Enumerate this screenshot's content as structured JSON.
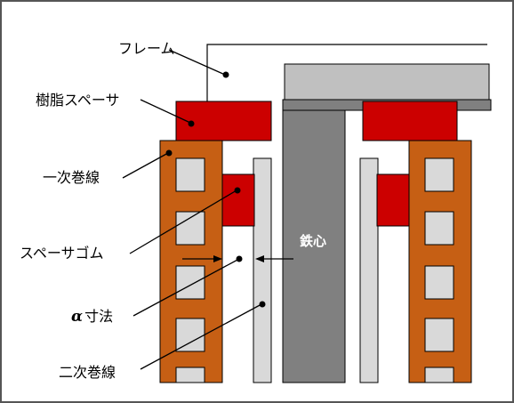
{
  "labels": {
    "frame": "フレーム",
    "resin_spacer": "樹脂スペーサ",
    "primary_winding": "一次巻線",
    "spacer_rubber": "スペーサゴム",
    "alpha_symbol": "α",
    "alpha_text": "寸法",
    "secondary_winding": "二次巻線",
    "iron_core": "鉄心"
  },
  "colors": {
    "outer_border": "#555555",
    "frame_outline": "#000000",
    "gray_frame": "#c0c0c0",
    "iron_core": "#808080",
    "red_spacer": "#cc0000",
    "orange_winding": "#c65f14",
    "winding_window": "#d9d9d9",
    "secondary_winding": "#d9d9d9",
    "leader_line": "#000000"
  }
}
